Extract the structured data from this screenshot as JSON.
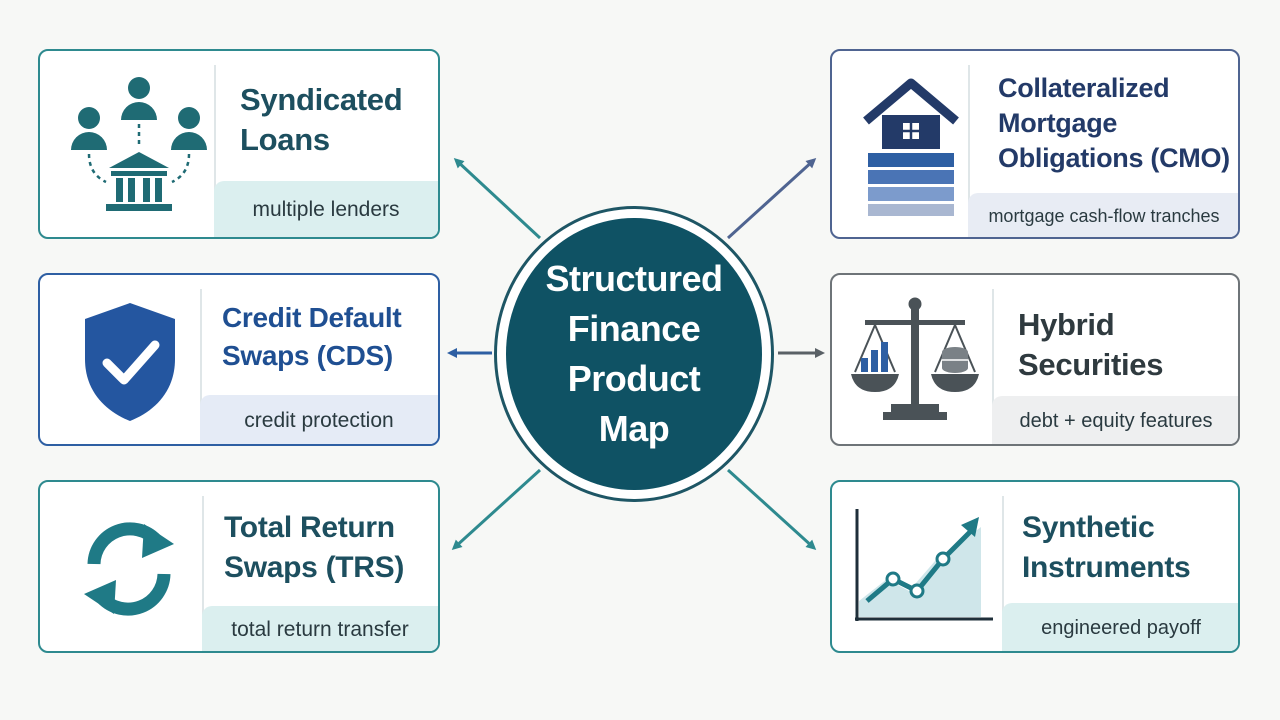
{
  "hub": {
    "title": "Structured Finance Product Map"
  },
  "colors": {
    "teal": "#2e8a8f",
    "blue": "#2e5fa3",
    "navy": "#4f6491",
    "grey": "#6e7478",
    "hub": "#0f5264"
  },
  "products": [
    {
      "title": "Syndicated Loans",
      "tag": "multiple lenders",
      "icon": "bank-with-lenders-icon"
    },
    {
      "title": "Credit Default Swaps (CDS)",
      "tag": "credit protection",
      "icon": "shield-check-icon"
    },
    {
      "title": "Total Return Swaps (TRS)",
      "tag": "total return transfer",
      "icon": "circular-arrows-icon"
    },
    {
      "title": "Collateralized Mortgage Obligations (CMO)",
      "tag": "mortgage cash-flow tranches",
      "icon": "house-tranches-icon"
    },
    {
      "title": "Hybrid Securities",
      "tag": "debt + equity features",
      "icon": "balance-scale-icon"
    },
    {
      "title": "Synthetic Instruments",
      "tag": "engineered payoff",
      "icon": "line-chart-icon"
    }
  ]
}
